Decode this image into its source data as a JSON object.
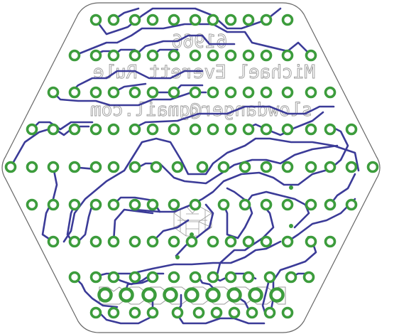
{
  "board": {
    "silkscreen_lines": [
      "61966",
      "Michael Everett Rule",
      "slowdanger@gmail.com"
    ],
    "colors": {
      "background": "#ffffff",
      "outline": "#666666",
      "pad_ring": "#3c9c3c",
      "pad_hole": "#ffffff",
      "trace": "#3b3b98",
      "silkscreen": "#9a9a9a"
    },
    "mirrored_text": true
  }
}
